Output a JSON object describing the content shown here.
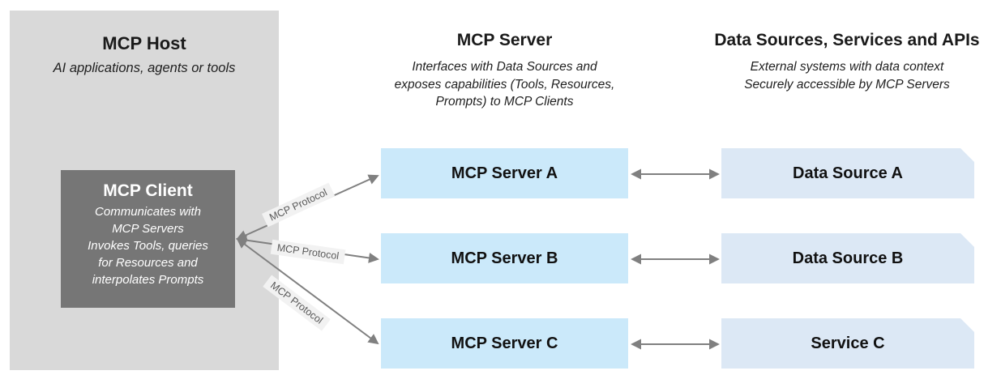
{
  "host": {
    "title": "MCP Host",
    "subtitle": "AI applications, agents or tools",
    "client": {
      "title": "MCP Client",
      "body": "Communicates with\nMCP Servers\nInvokes Tools, queries\nfor Resources and\ninterpolates Prompts"
    }
  },
  "server_column": {
    "title": "MCP Server",
    "subtitle": "Interfaces with Data Sources and\nexposes capabilities (Tools, Resources,\nPrompts) to MCP Clients",
    "boxes": [
      "MCP Server A",
      "MCP Server B",
      "MCP Server C"
    ]
  },
  "sources_column": {
    "title": "Data Sources, Services and APIs",
    "subtitle": "External systems with data context\nSecurely accessible by MCP Servers",
    "boxes": [
      "Data Source A",
      "Data Source B",
      "Service C"
    ]
  },
  "connections": {
    "protocol_label": "MCP Protocol",
    "arrow_color": "#808080"
  },
  "colors": {
    "host_bg": "#d9d9d9",
    "client_bg": "#767676",
    "server_box_bg": "#cbe9fa",
    "source_box_bg": "#dce8f5",
    "protocol_label_bg": "#f2f2f2"
  }
}
